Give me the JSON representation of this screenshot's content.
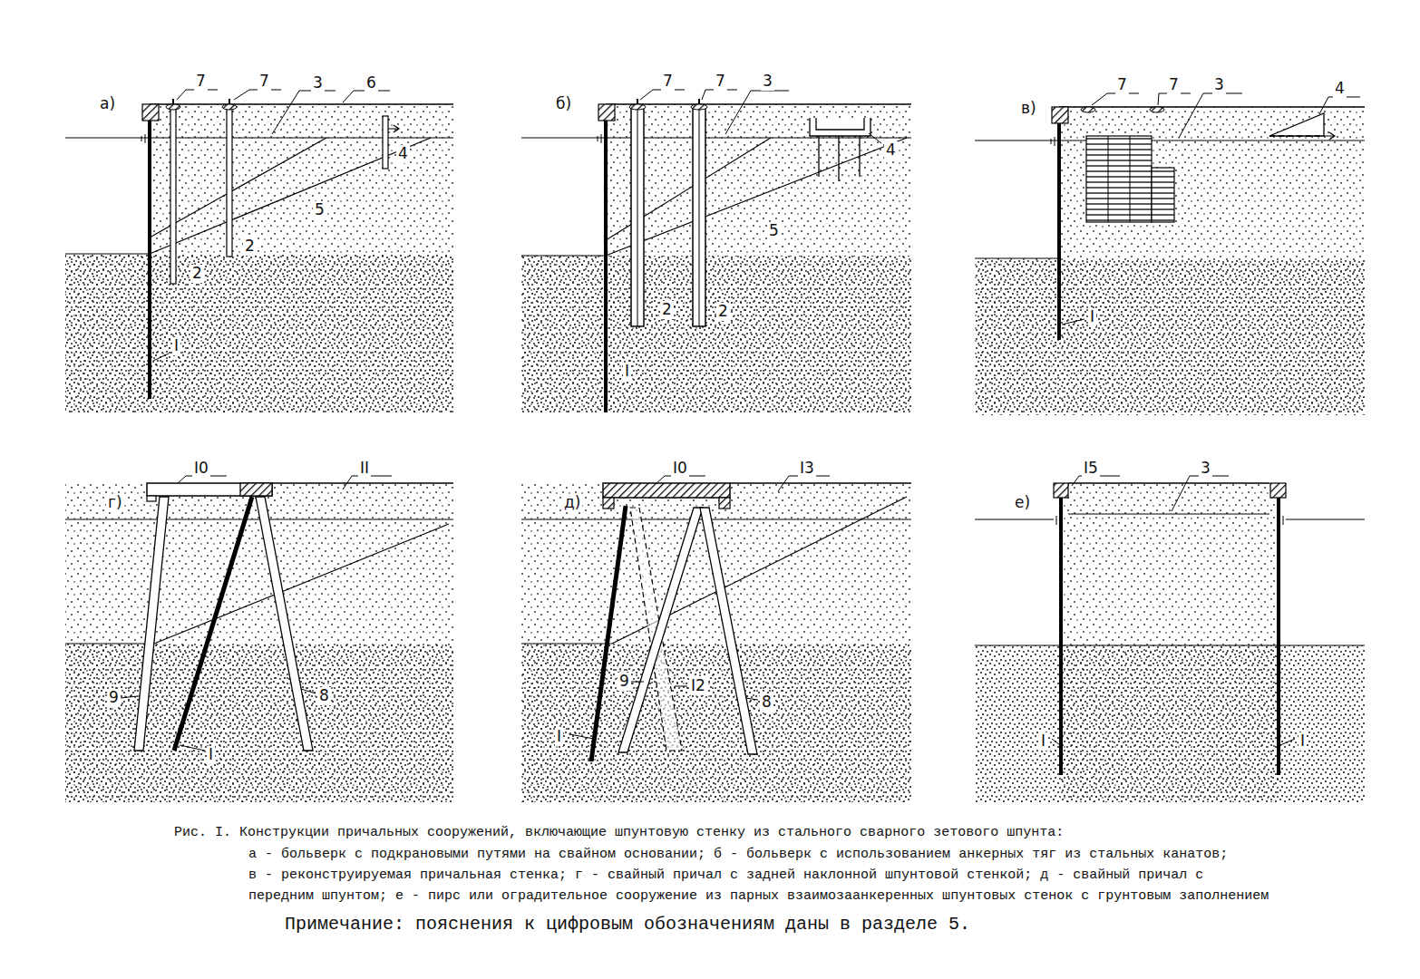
{
  "diagram": {
    "caption": "Рис. I. Конструкции причальных сооружений, включающие шпунтовую стенку из стального сварного зетового шпунта:",
    "labels": [
      "а)",
      "7",
      "7",
      "3",
      "6",
      "4",
      "5",
      "2",
      "2",
      "I",
      "б)",
      "7",
      "7",
      "3",
      "4",
      "5",
      "2",
      "2",
      "I",
      "в)",
      "7",
      "7",
      "3",
      "4",
      "I",
      "г)",
      "I0",
      "II",
      "9",
      "I",
      "8",
      "д)",
      "I0",
      "I3",
      "9",
      "I2",
      "8",
      "I",
      "е)",
      "I5",
      "3",
      "I",
      "I",
      "а - больверк с подкрановыми путями на свайном основании; б - больверк с использованием анкерных тяг из стальных канатов;",
      "в - реконструируемая причальная стенка; г - свайный причал с задней наклонной шпунтовой стенкой; д - свайный причал с",
      "передним шпунтом; е - пирс или оградительное сооружение из парных взаимозаанкеренных шпунтовых стенок с грунтовым заполнением",
      "Примечание: пояснения к цифровым обозначениям даны в разделе 5."
    ]
  }
}
